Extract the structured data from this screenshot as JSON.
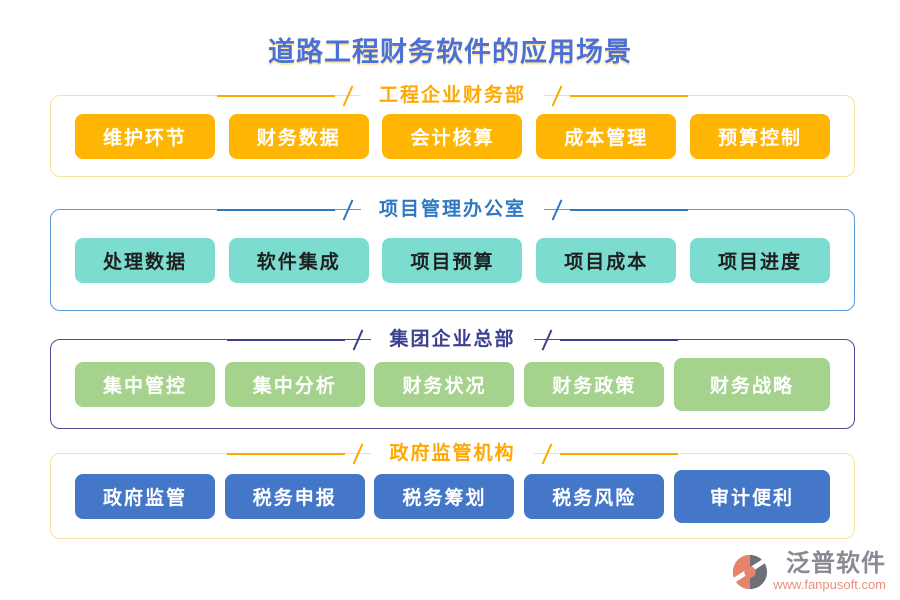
{
  "title": "道路工程财务软件的应用场景",
  "title_color": "#4B70D6",
  "sections": [
    {
      "header": "工程企业财务部",
      "items": [
        "维护环节",
        "财务数据",
        "会计核算",
        "成本管理",
        "预算控制"
      ],
      "colors": {
        "accent": "#FFA800",
        "box_border": "#F5E2A0",
        "button_bg": "#FFB503",
        "button_text": "#FFFFFF"
      }
    },
    {
      "header": "项目管理办公室",
      "items": [
        "处理数据",
        "软件集成",
        "项目预算",
        "项目成本",
        "项目进度"
      ],
      "colors": {
        "accent": "#2E79C2",
        "box_border": "#5B9BD5",
        "button_bg": "#7CDCCF",
        "button_text": "#1F1F1F"
      }
    },
    {
      "header": "集团企业总部",
      "items": [
        "集中管控",
        "集中分析",
        "财务状况",
        "财务政策",
        "财务战略"
      ],
      "colors": {
        "accent": "#3B4190",
        "box_border": "#4A4D96",
        "button_bg": "#A5D38E",
        "button_text": "#FFFFFF"
      }
    },
    {
      "header": "政府监管机构",
      "items": [
        "政府监管",
        "税务申报",
        "税务筹划",
        "税务风险",
        "审计便利"
      ],
      "colors": {
        "accent": "#FFA800",
        "box_border": "#F5E2A0",
        "button_bg": "#4577C9",
        "button_text": "#FFFFFF"
      }
    }
  ],
  "footer": {
    "brand": "泛普软件",
    "website": "www.fanpusoft.com",
    "brand_color": "#8A8A94",
    "website_color": "#E8907E",
    "logo_colors": {
      "salmon": "#E5846B",
      "gray": "#6F6F7A"
    }
  }
}
